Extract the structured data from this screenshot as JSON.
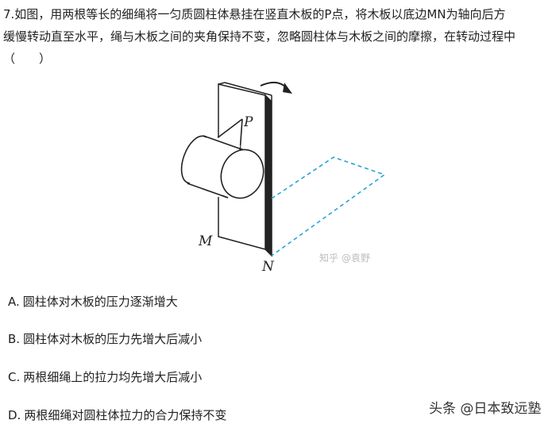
{
  "question": {
    "stem_lines": [
      "7.如图，用两根等长的细绳将一匀质圆柱体悬挂在竖直木板的P点，将木板以底边MN为轴向后方",
      "缓慢转动直至水平，绳与木板之间的夹角保持不变，忽略圆柱体与木板之间的摩擦，在转动过程中",
      "（　　）"
    ]
  },
  "figure": {
    "labels": {
      "p": "P",
      "m": "M",
      "n": "N"
    },
    "line_color": "#222222",
    "dashed_color": "#2aa0d8",
    "watermark": "知乎 @袁野"
  },
  "options": [
    {
      "letter": "A.",
      "text": "圆柱体对木板的压力逐渐增大"
    },
    {
      "letter": "B.",
      "text": "圆柱体对木板的压力先增大后减小"
    },
    {
      "letter": "C.",
      "text": "两根细绳上的拉力均先增大后减小"
    },
    {
      "letter": "D.",
      "text": "两根细绳对圆柱体拉力的合力保持不变"
    }
  ],
  "source_watermark": "头条 @日本致远塾"
}
